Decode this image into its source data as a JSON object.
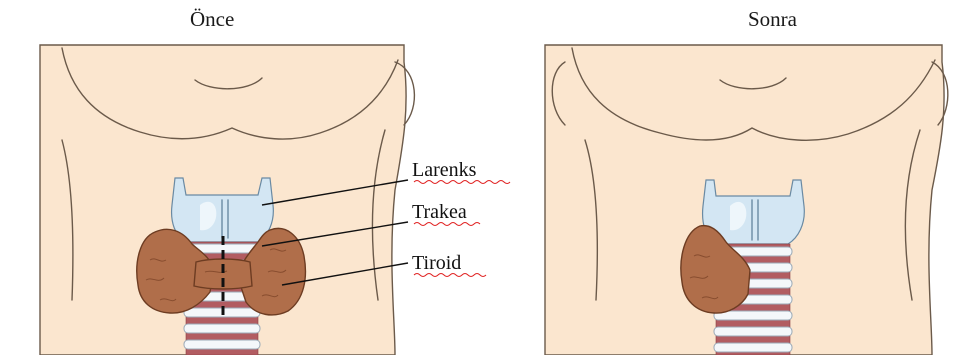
{
  "titles": {
    "before": "Önce",
    "after": "Sonra"
  },
  "labels": {
    "larynx": "Larenks",
    "trachea": "Trakea",
    "thyroid": "Tiroid"
  },
  "colors": {
    "skin": "#fbe6cf",
    "cartilage": "#d3e6f3",
    "thyroid": "#b06e4a",
    "trachea_gap": "#b25c61"
  }
}
